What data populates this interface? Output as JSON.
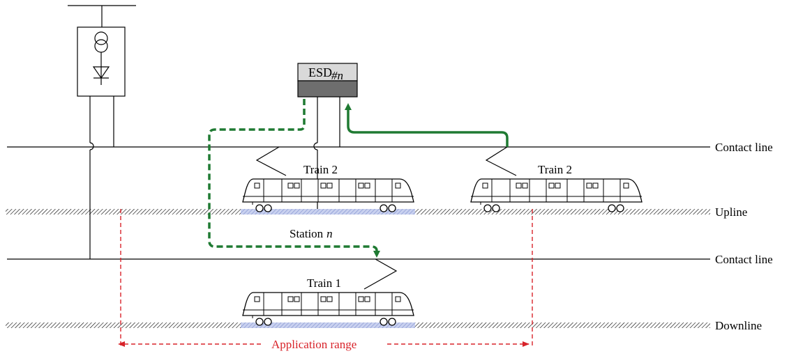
{
  "diagram": {
    "lines": {
      "contact_line_upper": "Contact line",
      "upline": "Upline",
      "contact_line_lower": "Contact line",
      "downline": "Downline"
    },
    "esd": {
      "label": "ESD",
      "subscript": "#n"
    },
    "station": {
      "label": "Station",
      "n": "n"
    },
    "trains": {
      "upline_left": "Train 2",
      "upline_right": "Train 2",
      "downline": "Train 1"
    },
    "application_range": "Application range",
    "colors": {
      "energy_flow": "#1f7a32",
      "range_marker": "#d8232a",
      "esd_top": "#d9d9d9",
      "esd_bottom": "#6e6e6e",
      "station_platform": "#aab6e0"
    }
  }
}
